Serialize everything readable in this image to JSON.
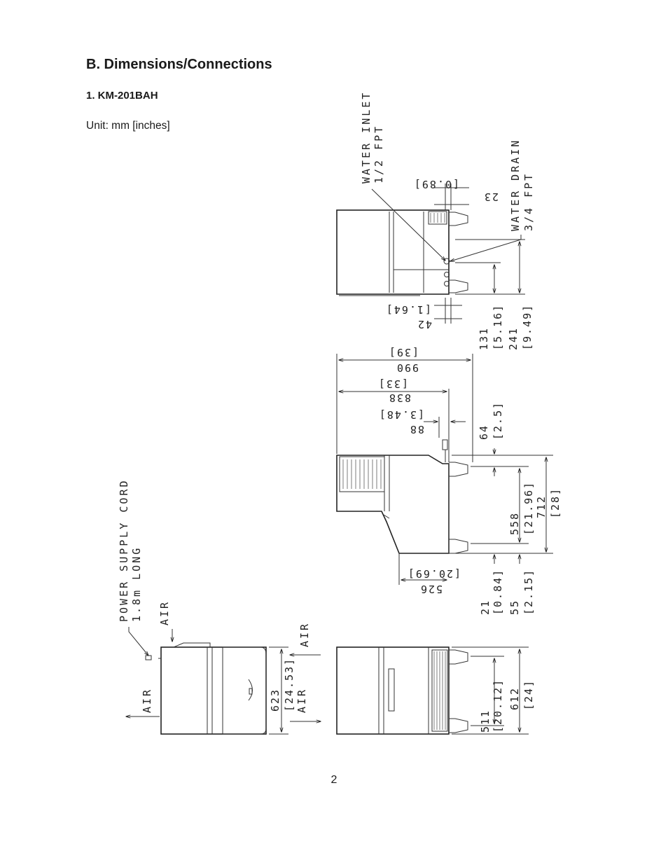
{
  "section_title": "B. Dimensions/Connections",
  "model_heading": "1. KM-201BAH",
  "unit_note": "Unit: mm [inches]",
  "page_number": "2",
  "labels": {
    "water_inlet": "WATER INLET",
    "water_inlet_size": "1/2 FPT",
    "water_drain": "WATER DRAIN",
    "water_drain_size": "3/4 FPT",
    "power_cord": "POWER SUPPLY CORD",
    "power_cord_length": "1.8m LONG",
    "air_top": "AIR",
    "air_left": "AIR",
    "air_right_top": "AIR",
    "air_right_bottom": "AIR"
  },
  "dimensions": {
    "d23": "23",
    "d0_89": "[0.89]",
    "d42": "42",
    "d1_64": "[1.64]",
    "d131": "131",
    "d5_16": "[5.16]",
    "d241": "241",
    "d9_49": "[9.49]",
    "d990": "990",
    "d39": "[39]",
    "d838": "838",
    "d33": "[33]",
    "d88": "88",
    "d3_48": "[3.48]",
    "d64": "64",
    "d2_5": "[2.5]",
    "d558": "558",
    "d21_96": "[21.96]",
    "d712": "712",
    "d28": "[28]",
    "d526": "526",
    "d20_69": "[20.69]",
    "d21": "21",
    "d0_84": "[0.84]",
    "d55": "55",
    "d2_15": "[2.15]",
    "d623": "623",
    "d24_53": "[24.53]",
    "d511": "511",
    "d20_12": "[20.12]",
    "d612": "612",
    "d24": "[24]"
  }
}
